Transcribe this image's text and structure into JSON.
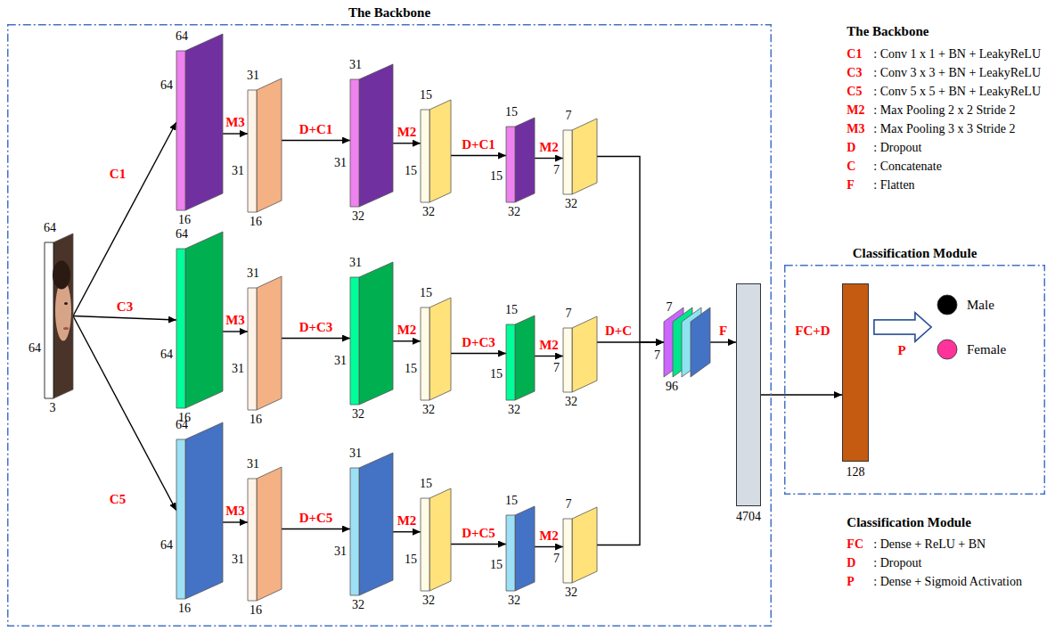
{
  "diagram": {
    "nodes": [
      {
        "text": [
          "The Backbone"
        ]
      },
      {
        "text": [
          "64",
          "64",
          "3"
        ],
        "in": 0
      },
      {
        "text": [
          "64",
          "64",
          "16"
        ],
        "in": 0
      },
      {
        "text": [
          "31",
          "31",
          "16"
        ],
        "in": 0
      },
      {
        "text": [
          "31",
          "31",
          "32"
        ],
        "in": 0
      },
      {
        "text": [
          "15",
          "15",
          "32"
        ],
        "in": 0
      },
      {
        "text": [
          "15",
          "15",
          "32"
        ],
        "in": 0
      },
      {
        "text": [
          "7",
          "7",
          "32"
        ],
        "in": 0
      },
      {
        "text": [
          "64",
          "64",
          "16"
        ],
        "in": 0
      },
      {
        "text": [
          "31",
          "31",
          "16"
        ],
        "in": 0
      },
      {
        "text": [
          "31",
          "31",
          "32"
        ],
        "in": 0
      },
      {
        "text": [
          "15",
          "15",
          "32"
        ],
        "in": 0
      },
      {
        "text": [
          "15",
          "15",
          "32"
        ],
        "in": 0
      },
      {
        "text": [
          "7",
          "7",
          "32"
        ],
        "in": 0
      },
      {
        "text": [
          "64",
          "64",
          "16"
        ],
        "in": 0
      },
      {
        "text": [
          "31",
          "31",
          "16"
        ],
        "in": 0
      },
      {
        "text": [
          "31",
          "31",
          "32"
        ],
        "in": 0
      },
      {
        "text": [
          "15",
          "15",
          "32"
        ],
        "in": 0
      },
      {
        "text": [
          "15",
          "15",
          "32"
        ],
        "in": 0
      },
      {
        "text": [
          "7",
          "7",
          "32"
        ],
        "in": 0
      },
      {
        "text": [
          "7",
          "7",
          "96"
        ],
        "in": 0
      },
      {
        "text": [
          "4704"
        ],
        "in": 0
      },
      {
        "text": [
          "Classification Module"
        ]
      },
      {
        "text": [
          "128"
        ],
        "in": 22
      },
      {
        "text": [
          "Male"
        ],
        "in": 22
      },
      {
        "text": [
          "Female"
        ],
        "in": 22
      }
    ],
    "edges": [
      {
        "from": 1,
        "to": 2,
        "label": "C1",
        "arrow": "to"
      },
      {
        "from": 1,
        "to": 8,
        "label": "C3",
        "arrow": "to"
      },
      {
        "from": 1,
        "to": 14,
        "label": "C5",
        "arrow": "to"
      },
      {
        "from": 2,
        "to": 3,
        "label": "M3",
        "arrow": "to"
      },
      {
        "from": 3,
        "to": 4,
        "label": "D+C1",
        "arrow": "to"
      },
      {
        "from": 4,
        "to": 5,
        "label": "M2",
        "arrow": "to"
      },
      {
        "from": 5,
        "to": 6,
        "label": "D+C1",
        "arrow": "to"
      },
      {
        "from": 6,
        "to": 7,
        "label": "M2",
        "arrow": "to"
      },
      {
        "from": 8,
        "to": 9,
        "label": "M3",
        "arrow": "to"
      },
      {
        "from": 9,
        "to": 10,
        "label": "D+C3",
        "arrow": "to"
      },
      {
        "from": 10,
        "to": 11,
        "label": "M2",
        "arrow": "to"
      },
      {
        "from": 11,
        "to": 12,
        "label": "D+C3",
        "arrow": "to"
      },
      {
        "from": 12,
        "to": 13,
        "label": "M2",
        "arrow": "to"
      },
      {
        "from": 14,
        "to": 15,
        "label": "M3",
        "arrow": "to"
      },
      {
        "from": 15,
        "to": 16,
        "label": "D+C5",
        "arrow": "to"
      },
      {
        "from": 16,
        "to": 17,
        "label": "M2",
        "arrow": "to"
      },
      {
        "from": 17,
        "to": 18,
        "label": "D+C5",
        "arrow": "to"
      },
      {
        "from": 18,
        "to": 19,
        "label": "M2",
        "arrow": "to"
      },
      {
        "from": 7,
        "to": 20,
        "arrow": "to"
      },
      {
        "from": 13,
        "to": 20,
        "label": "D+C",
        "arrow": "to"
      },
      {
        "from": 19,
        "to": 20,
        "arrow": "to"
      },
      {
        "from": 20,
        "to": 21,
        "label": "F",
        "arrow": "to"
      },
      {
        "from": 21,
        "to": 23,
        "label": "FC+D",
        "arrow": "to"
      },
      {
        "from": 23,
        "to": 24,
        "label": "P",
        "arrow": "to"
      },
      {
        "from": 23,
        "to": 25,
        "arrow": "to"
      }
    ],
    "labels": [
      "The Backbone",
      "C1",
      ": Conv 1 x 1 + BN + LeakyReLU",
      "C3",
      ": Conv 3 x 3 + BN + LeakyReLU",
      "C5",
      ": Conv 5 x 5 + BN + LeakyReLU",
      "M2",
      ": Max Pooling 2 x 2 Stride 2",
      "M3",
      ": Max Pooling 3 x 3 Stride 2",
      "D",
      ": Dropout",
      "C",
      ": Concatenate",
      "F",
      ": Flatten",
      "Classification Module",
      "FC",
      ": Dense + ReLU + BN",
      "D",
      ": Dropout",
      "P",
      ": Dense + Sigmoid Activation"
    ]
  }
}
